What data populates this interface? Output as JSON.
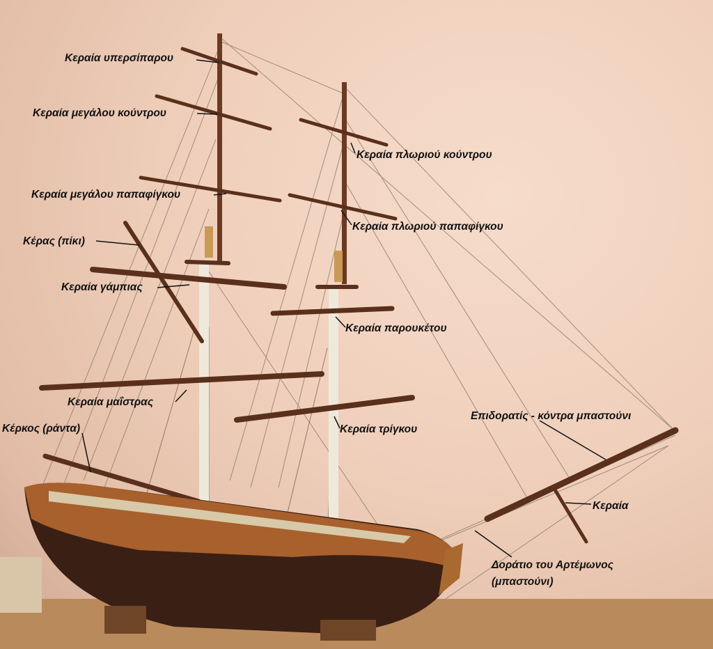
{
  "labels": {
    "royal_yard": "Κεραία υπερσίπαρου",
    "main_topgallant_yard": "Κεραία μεγάλου κούντρου",
    "main_topsail_yard": "Κεραία μεγάλου παπαφίγκου",
    "gaff": "Κέρας (πίκι)",
    "main_lower_topsail_yard": "Κεραία γάμπιας",
    "fore_topgallant_yard": "Κεραία πλωριού κούντρου",
    "fore_topsail_yard": "Κεραία πλωριού παπαφίγκου",
    "fore_lower_topsail_yard": "Κεραία παρουκέτου",
    "main_yard": "Κεραία μαΐστρας",
    "fore_yard": "Κεραία τρίγκου",
    "jib_boom": "Επιδορατίς - κόντρα μπαστούνι",
    "boom": "Κέρκος (ράντα)",
    "spritsail_yard": "Κεραία",
    "bowsprit_line1": "Δοράτιο του Αρτέμωνος",
    "bowsprit_line2": "(μπαστούνι)"
  },
  "colors": {
    "wall": "#efcfbb",
    "hull": "#3a1f14",
    "wood": "#6b3a22",
    "rail": "#a8602c"
  }
}
